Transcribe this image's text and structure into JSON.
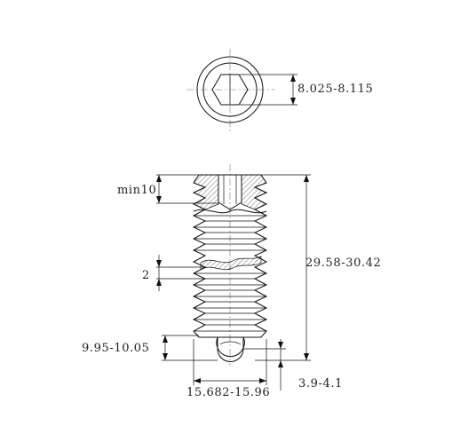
{
  "title": "",
  "dimensions": {
    "hex_across_flats": "8.025-8.115",
    "min_socket_depth": "min10",
    "thread_pitch": "2",
    "total_length": "29.58-30.42",
    "ball_offset": "9.95-10.05",
    "thread_diameter": "15.682-15.96",
    "ball_protrusion": "3.9-4.1"
  }
}
